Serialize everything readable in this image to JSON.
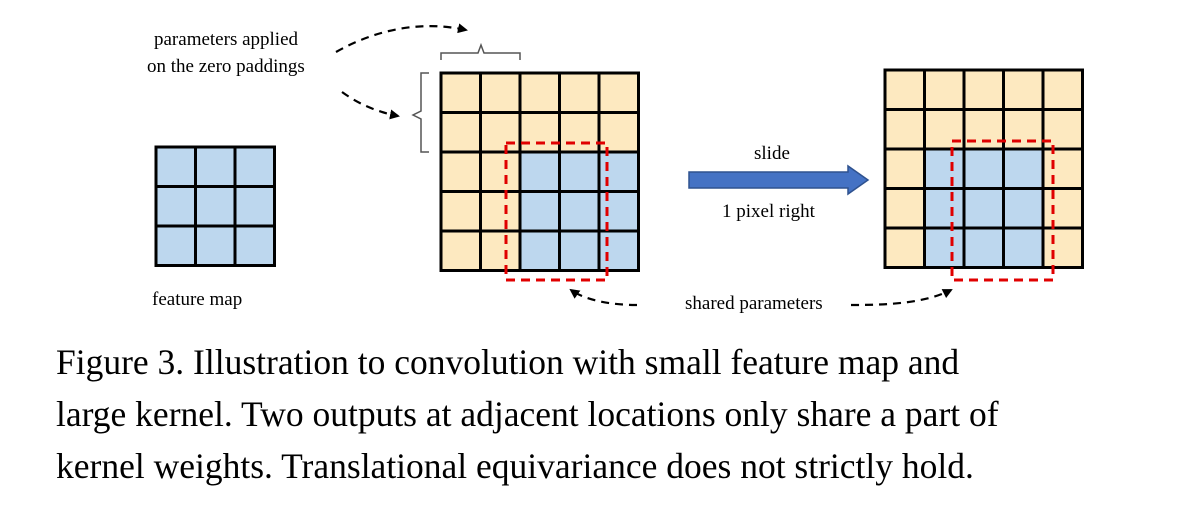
{
  "labels": {
    "padding_note_line1": "parameters applied",
    "padding_note_line2": "on the zero paddings",
    "feature_map": "feature map",
    "slide": "slide",
    "slide_amount": "1 pixel right",
    "shared": "shared parameters"
  },
  "caption": {
    "line1": "Figure 3.  Illustration to convolution with small feature map and",
    "line2": "large kernel. Two outputs at adjacent locations only share a part of",
    "line3": "kernel weights. Translational equivariance does not strictly hold."
  },
  "colors": {
    "feature": "#bdd7ee",
    "padding": "#fde9c0",
    "grid_line": "#000000",
    "highlight": "#e00000",
    "arrow_fill": "#4472c4",
    "arrow_stroke": "#2f528f"
  }
}
